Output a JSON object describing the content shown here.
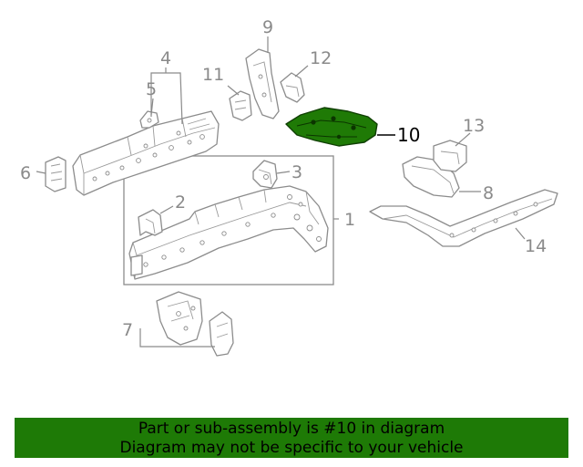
{
  "diagram": {
    "callouts": {
      "c1": "1",
      "c2": "2",
      "c3": "3",
      "c4": "4",
      "c5": "5",
      "c6": "6",
      "c7": "7",
      "c8": "8",
      "c9": "9",
      "c10": "10",
      "c11": "11",
      "c12": "12",
      "c13": "13",
      "c14": "14"
    },
    "highlighted_callout": "10",
    "colors": {
      "highlight": "#1f7a06",
      "banner": "#1e7a06",
      "line_art": "#8c8c8c"
    }
  },
  "banner": {
    "line1": "Part or sub-assembly is #10 in diagram",
    "line2": "Diagram may not be specific to your vehicle"
  }
}
